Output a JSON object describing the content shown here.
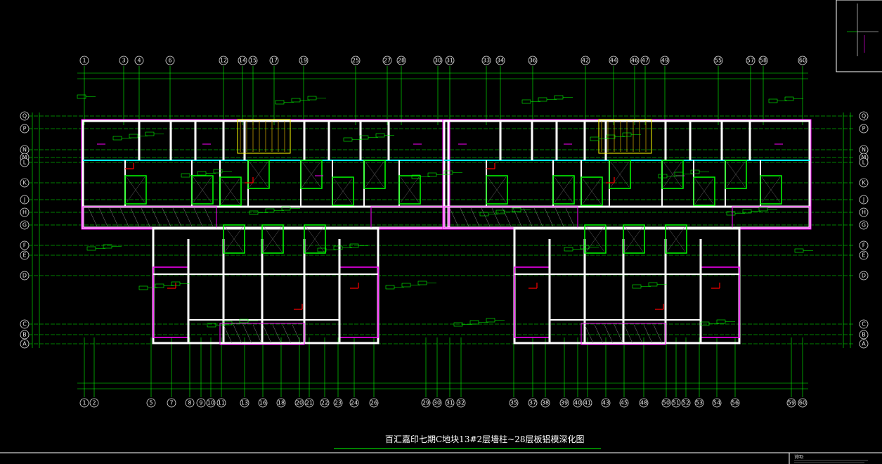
{
  "drawing": {
    "title": "百汇嘉印七期C地块13#2层墙柱~28层板铝模深化图",
    "notes_heading": "说明:"
  },
  "axes": {
    "top_numbers": [
      "1",
      "3",
      "4",
      "6",
      "12",
      "14",
      "15",
      "17",
      "19",
      "25",
      "27",
      "28",
      "30",
      "31",
      "33",
      "34",
      "36",
      "42",
      "44",
      "46",
      "47",
      "49",
      "55",
      "57",
      "58",
      "60"
    ],
    "bottom_numbers": [
      "1",
      "2",
      "5",
      "7",
      "8",
      "9",
      "10",
      "11",
      "13",
      "16",
      "18",
      "20",
      "21",
      "22",
      "23",
      "24",
      "26",
      "29",
      "30",
      "31",
      "32",
      "35",
      "37",
      "38",
      "39",
      "40",
      "41",
      "43",
      "45",
      "48",
      "50",
      "51",
      "52",
      "53",
      "54",
      "56",
      "59",
      "60"
    ],
    "row_letters": [
      "Q",
      "P",
      "N",
      "M",
      "L",
      "K",
      "J",
      "H",
      "G",
      "F",
      "E",
      "D",
      "C",
      "B",
      "A"
    ]
  },
  "colors": {
    "background": "#000000",
    "axis_line": "#00ff00",
    "wall": "#ffffff",
    "magenta": "#ff00ff",
    "cyan": "#00ffff",
    "red": "#ff0000",
    "yellow": "#ffff00",
    "green": "#00ff00"
  }
}
